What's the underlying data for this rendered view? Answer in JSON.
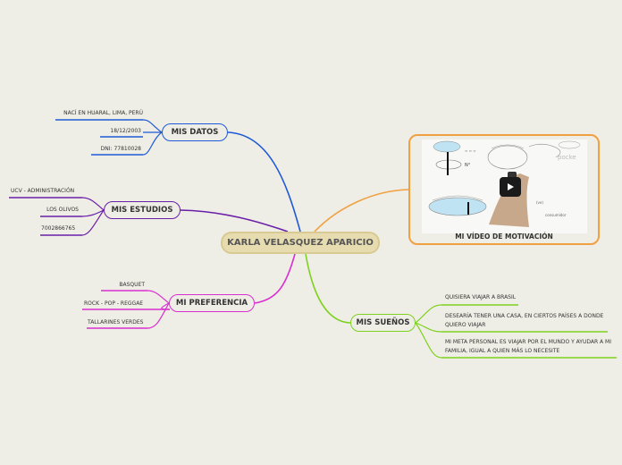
{
  "central": "KARLA VELASQUEZ APARICIO",
  "branches": {
    "datos": {
      "label": "MIS DATOS",
      "color": "#1f5ad6",
      "items": [
        "NACÍ EN HUARAL, LIMA, PERÚ",
        "18/12/2003",
        "DNI: 77810028"
      ]
    },
    "estudios": {
      "label": "MIS ESTUDIOS",
      "color": "#6a1fa8",
      "items": [
        "UCV - ADMINISTRACIÓN",
        "LOS OLIVOS",
        "7002866765"
      ]
    },
    "preferencia": {
      "label": "MI PREFERENCIA",
      "color": "#d92fd0",
      "items": [
        "BASQUET",
        "ROCK - POP - REGGAE",
        "TALLARINES VERDES"
      ]
    },
    "suenos": {
      "label": "MIS SUEÑOS",
      "color": "#7fd11f",
      "items": [
        "QUISIERA VIAJAR A BRASIL",
        "DESEARÍA TENER UNA CASA, EN CIERTOS PAÍSES A DONDE QUIERO VIAJAR",
        "MI META PERSONAL ES VIAJAR POR EL MUNDO Y AYUDAR A MI FAMILIA, IGUAL A QUIEN MÁS LO NECESITE"
      ]
    },
    "video": {
      "label": "MI VÍDEO DE MOTIVACIÓN",
      "color": "#f0a040"
    }
  }
}
